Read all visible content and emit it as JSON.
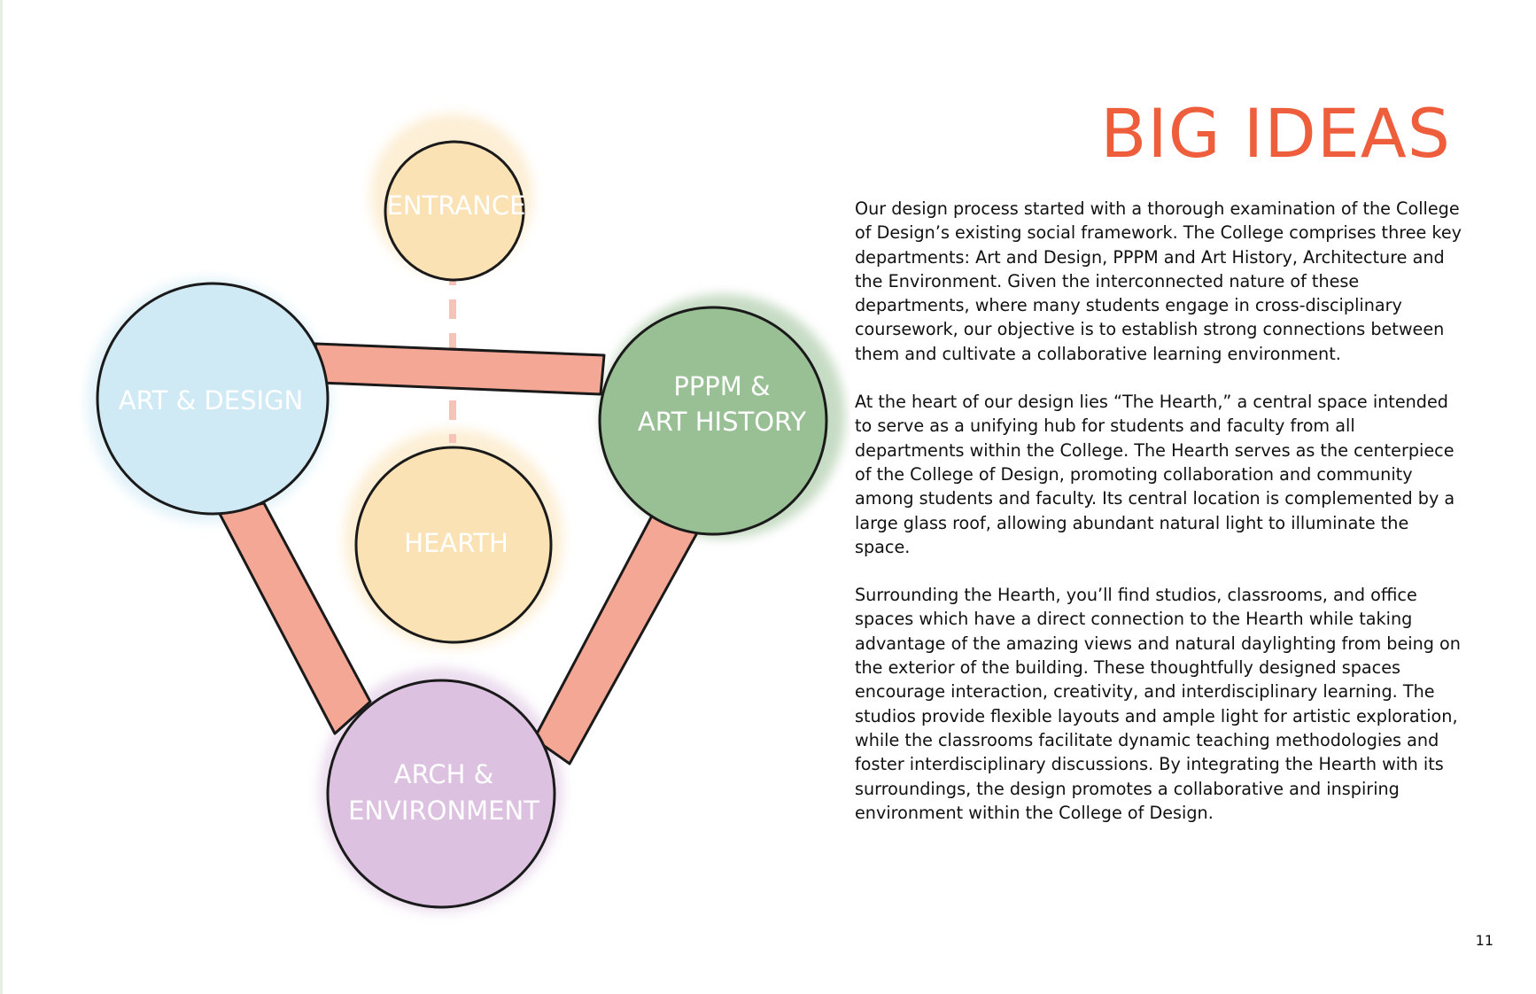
{
  "page": {
    "title": "BIG IDEAS",
    "page_number": "11"
  },
  "diagram": {
    "nodes": {
      "entrance": "ENTRANCE",
      "art_design": "ART & DESIGN",
      "pppm_line1": "PPPM &",
      "pppm_line2": "ART HISTORY",
      "hearth": "HEARTH",
      "arch_line1": "ARCH &",
      "arch_line2": "ENVIRONMENT"
    },
    "colors": {
      "entrance": "#fbe2b5",
      "hearth": "#fbe2b5",
      "art_design": "#cfeaf5",
      "pppm": "#99bf94",
      "arch": "#dcc1e1",
      "connector": "#f5a796",
      "title_accent": "#ef5e3c"
    }
  },
  "paragraphs": [
    "Our design process started with a thorough examination of the College of Design’s existing social framework. The College comprises three key departments: Art and Design, PPPM and Art History, Architecture and the Environment. Given the interconnected nature of these departments, where many students engage in cross-disciplinary coursework, our objective is to establish strong connections between them and cultivate a collaborative learning environment.",
    "At the heart of our design lies “The Hearth,” a central space intended to serve as a unifying hub for students and faculty from all departments within the College. The Hearth serves as the centerpiece of the College of Design, promoting collaboration and community among students and faculty. Its central location is complemented by a large glass roof, allowing abundant natural light to illuminate the space.",
    "Surrounding the Hearth, you’ll find studios, classrooms, and office spaces which have a direct connection to the Hearth while taking advantage of the amazing views and natural daylighting from being on the exterior of the building. These thoughtfully designed spaces encourage interaction, creativity, and interdisciplinary learning. The studios provide flexible layouts and ample light for artistic exploration, while the classrooms facilitate dynamic teaching methodologies and foster interdisciplinary discussions. By integrating the Hearth with its surroundings, the design promotes a collaborative and inspiring environment within the College of Design."
  ]
}
